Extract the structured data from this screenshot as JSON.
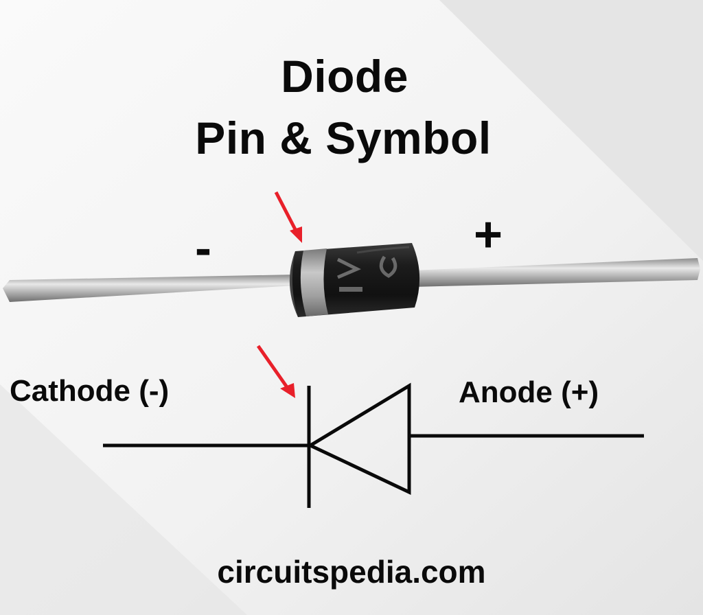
{
  "title": {
    "line1": "Diode",
    "line2": "Pin & Symbol"
  },
  "component_photo": {
    "cathode_sign": "-",
    "anode_sign": "+"
  },
  "symbol": {
    "cathode_label": "Cathode (-)",
    "anode_label": "Anode (+)"
  },
  "footer": {
    "website": "circuitspedia.com"
  },
  "colors": {
    "background_light": "#f7f7f7",
    "background_dark": "#e2e2e2",
    "text": "#0a0a0a",
    "arrow": "#e8202a",
    "diode_body": "#1a1a1a",
    "cathode_band": "#9a9a9a",
    "lead": "#b4b4b4"
  },
  "icons": {
    "arrow": "red-arrow-pointing-down-right",
    "diode_symbol": "diode-schematic-symbol"
  }
}
